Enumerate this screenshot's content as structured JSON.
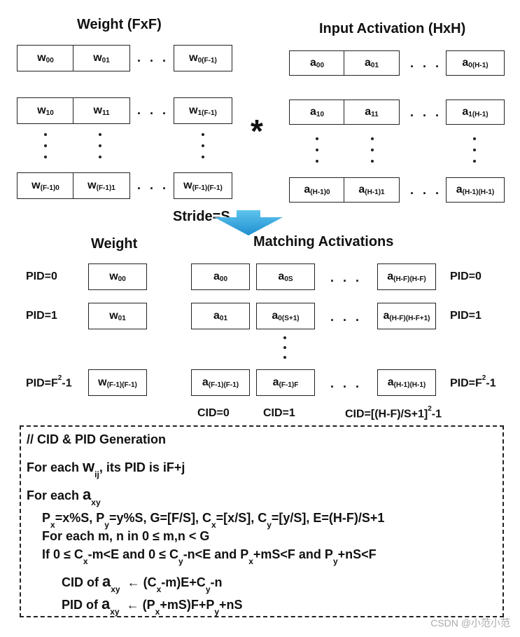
{
  "top": {
    "weight_title": "Weight (FxF)",
    "activation_title": "Input Activation (HxH)",
    "conv_symbol": "*",
    "stride_label": "Stride=S",
    "w_rows": [
      [
        {
          "b": "w",
          "s": "00"
        },
        {
          "b": "w",
          "s": "01"
        },
        {
          "b": "w",
          "s": "0(F-1)"
        }
      ],
      [
        {
          "b": "w",
          "s": "10"
        },
        {
          "b": "w",
          "s": "11"
        },
        {
          "b": "w",
          "s": "1(F-1)"
        }
      ],
      [
        {
          "b": "w",
          "s": "(F-1)0"
        },
        {
          "b": "w",
          "s": "(F-1)1"
        },
        {
          "b": "w",
          "s": "(F-1)(F-1)"
        }
      ]
    ],
    "a_rows": [
      [
        {
          "b": "a",
          "s": "00"
        },
        {
          "b": "a",
          "s": "01"
        },
        {
          "b": "a",
          "s": "0(H-1)"
        }
      ],
      [
        {
          "b": "a",
          "s": "10"
        },
        {
          "b": "a",
          "s": "11"
        },
        {
          "b": "a",
          "s": "1(H-1)"
        }
      ],
      [
        {
          "b": "a",
          "s": "(H-1)0"
        },
        {
          "b": "a",
          "s": "(H-1)1"
        },
        {
          "b": "a",
          "s": "(H-1)(H-1)"
        }
      ]
    ],
    "hdots": ". . ."
  },
  "middle": {
    "weight_title": "Weight",
    "matching_title": "Matching Activations",
    "rows": [
      {
        "pid_left": "PID=0",
        "pid_right": "PID=0",
        "w": {
          "b": "w",
          "s": "00"
        },
        "a": [
          {
            "b": "a",
            "s": "00"
          },
          {
            "b": "a",
            "s": "0S"
          },
          {
            "b": "a",
            "s": "(H-F)(H-F)"
          }
        ]
      },
      {
        "pid_left": "PID=1",
        "pid_right": "PID=1",
        "w": {
          "b": "w",
          "s": "01"
        },
        "a": [
          {
            "b": "a",
            "s": "01"
          },
          {
            "b": "a",
            "s": "0(S+1)"
          },
          {
            "b": "a",
            "s": "(H-F)(H-F+1)"
          }
        ]
      },
      {
        "pid_left": "PID=F",
        "pid_right": "PID=F",
        "pid_sup": "2",
        "pid_tail": "-1",
        "w": {
          "b": "w",
          "s": "(F-1)(F-1)"
        },
        "a": [
          {
            "b": "a",
            "s": "(F-1)(F-1)"
          },
          {
            "b": "a",
            "s": "(F-1)F"
          },
          {
            "b": "a",
            "s": "(H-1)(H-1)"
          }
        ]
      }
    ],
    "cid0": "CID=0",
    "cid1": "CID=1",
    "cid_last": "CID=[(H-F)/S+1]",
    "cid_last_sup": "2",
    "cid_last_tail": "-1",
    "hdots": ". . ."
  },
  "code": {
    "l1": "// CID & PID Generation",
    "l2a": "For each ",
    "l2b": "w",
    "l2s": "ij",
    "l2c": ", its PID is iF+j",
    "l3a": "For each ",
    "l3b": "a",
    "l3s": "xy",
    "l4": [
      {
        "t": "P"
      },
      {
        "s": "x"
      },
      {
        "t": "=x%S, P"
      },
      {
        "s": "y"
      },
      {
        "t": "=y%S, G=[F/S], C"
      },
      {
        "s": "x"
      },
      {
        "t": "=[x/S], C"
      },
      {
        "s": "y"
      },
      {
        "t": "=[y/S], E=(H-F)/S+1"
      }
    ],
    "l5": "For  each m, n in 0 ≤ m,n < G",
    "l6": [
      {
        "t": "If 0 ≤ C"
      },
      {
        "s": "x"
      },
      {
        "t": "-m<E and 0 ≤ C"
      },
      {
        "s": "y"
      },
      {
        "t": "-n<E and P"
      },
      {
        "s": "x"
      },
      {
        "t": "+mS<F and P"
      },
      {
        "s": "y"
      },
      {
        "t": "+nS<F"
      }
    ],
    "l7": [
      {
        "t": "CID of "
      },
      {
        "big": "a"
      },
      {
        "s": "xy"
      },
      {
        "t": "  ← (C"
      },
      {
        "s": "x"
      },
      {
        "t": "-m)E+C"
      },
      {
        "s": "y"
      },
      {
        "t": "-n"
      }
    ],
    "l8": [
      {
        "t": "PID of "
      },
      {
        "big": "a"
      },
      {
        "s": "xy"
      },
      {
        "t": "  ← (P"
      },
      {
        "s": "x"
      },
      {
        "t": "+mS)F+P"
      },
      {
        "s": "y"
      },
      {
        "t": "+nS"
      }
    ]
  },
  "footer": "CSDN @小范小范",
  "colors": {
    "arrow_top": "#5ec4ee",
    "arrow_bottom": "#1f8fd0",
    "border": "#222222"
  }
}
